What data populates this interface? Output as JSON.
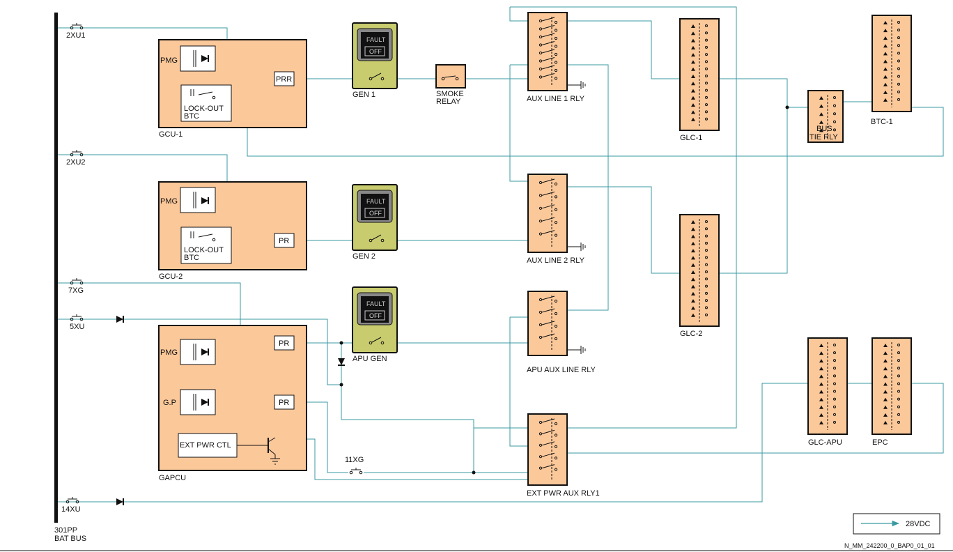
{
  "bus": {
    "name": "301PP",
    "label": "BAT BUS"
  },
  "breakers": {
    "b2xu1": "2XU1",
    "b2xu2": "2XU2",
    "b7xg": "7XG",
    "b5xu": "5XU",
    "b14xu": "14XU",
    "b11xg": "11XG"
  },
  "gcu1": {
    "label": "GCU-1",
    "pmg": "PMG",
    "relay": "PRR",
    "lockout": "LOCK-OUT",
    "btc": "BTC"
  },
  "gcu2": {
    "label": "GCU-2",
    "pmg": "PMG",
    "relay": "PR",
    "lockout": "LOCK-OUT",
    "btc": "BTC"
  },
  "gapcu": {
    "label": "GAPCU",
    "pmg": "PMG",
    "gp": "G.P",
    "relay1": "PR",
    "relay2": "PR",
    "ext_ctl": "EXT PWR CTL"
  },
  "switches": {
    "gen1": {
      "label": "GEN 1",
      "fault": "FAULT",
      "off": "OFF"
    },
    "gen2": {
      "label": "GEN 2",
      "fault": "FAULT",
      "off": "OFF"
    },
    "apu": {
      "label": "APU GEN",
      "fault": "FAULT",
      "off": "OFF"
    }
  },
  "smoke": {
    "line1": "SMOKE",
    "line2": "RELAY"
  },
  "relays": {
    "aux1": "AUX LINE 1 RLY",
    "aux2": "AUX LINE 2 RLY",
    "apuaux": "APU AUX LINE RLY",
    "extaux": "EXT PWR AUX RLY1",
    "glc1": "GLC-1",
    "glc2": "GLC-2",
    "bustie1": "BUS",
    "bustie2": "TIE RLY",
    "btc1": "BTC-1",
    "glcapu": "GLC-APU",
    "epc": "EPC"
  },
  "legend": {
    "label": "28VDC",
    "wire_color": "#3a9aa0"
  },
  "footer": {
    "ref": "N_MM_242200_0_BAP0_01_01"
  },
  "colors": {
    "box_fill": "#fbc89a",
    "switch_fill": "#c8cc6e",
    "wire": "#3a9aa0"
  }
}
